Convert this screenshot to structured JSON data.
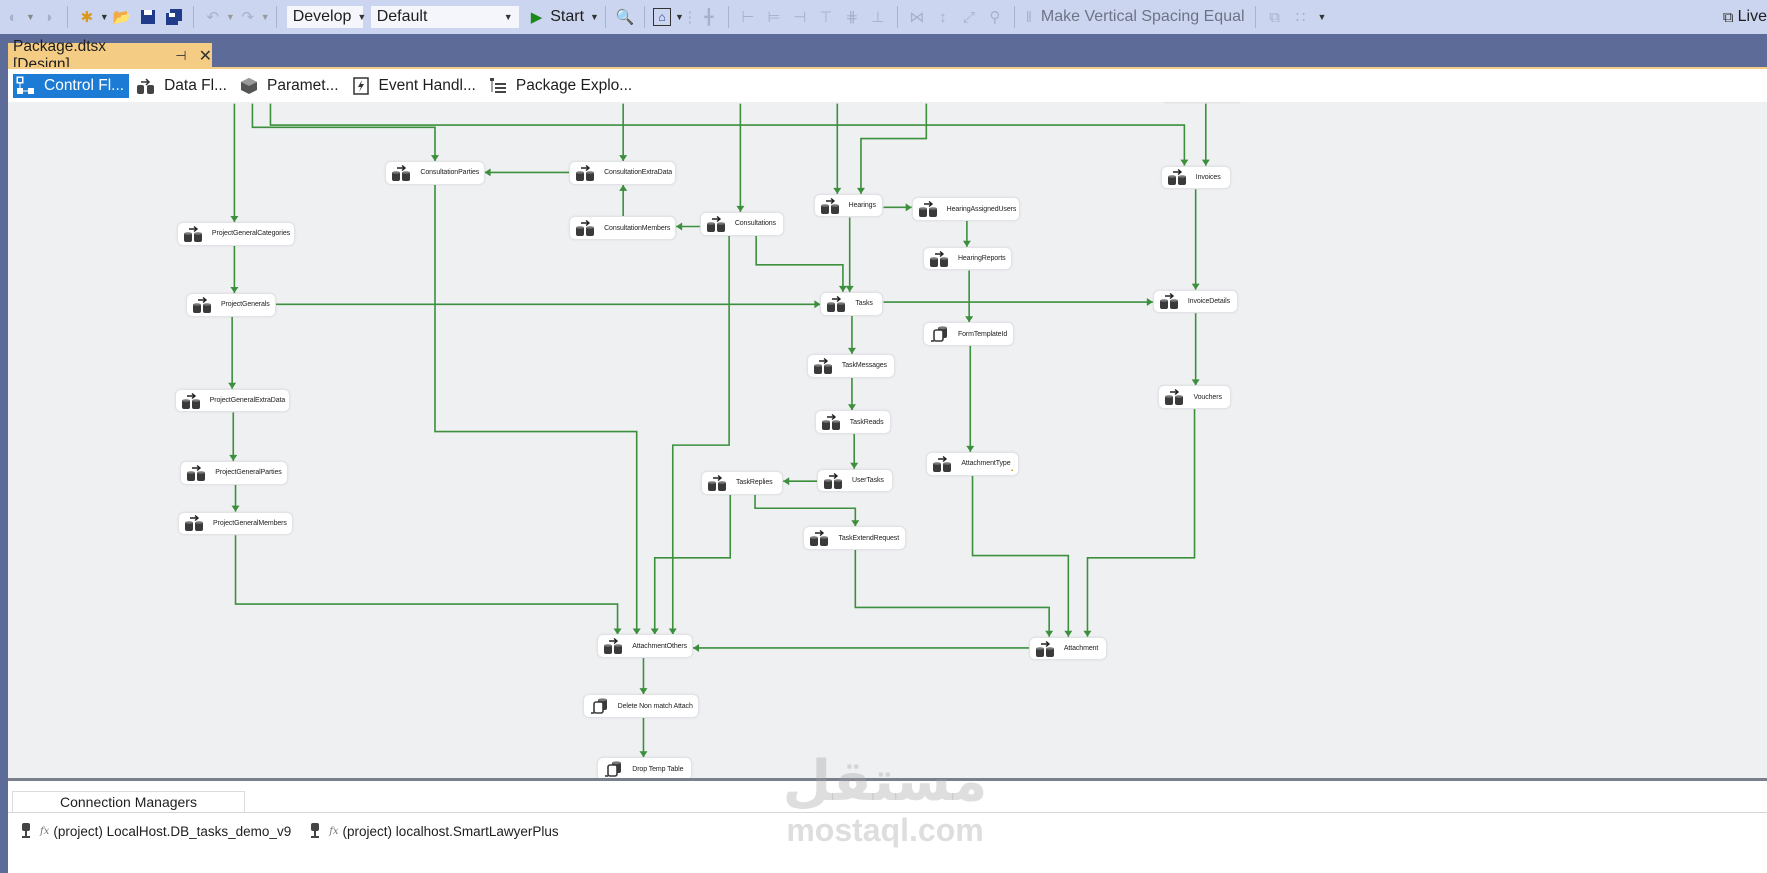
{
  "toolbar": {
    "config_combo": "Develop",
    "platform_combo": "Default",
    "start_label": "Start",
    "spacing_label": "Make Vertical Spacing Equal",
    "live_share_label": "Live"
  },
  "document_tab": {
    "title": "Package.dtsx [Design]",
    "pin_glyph": "⊣",
    "close_glyph": "✕"
  },
  "designer_tabs": [
    {
      "label": "Control Fl...",
      "icon": "control-flow-icon",
      "active": true
    },
    {
      "label": "Data Fl...",
      "icon": "data-flow-icon",
      "active": false
    },
    {
      "label": "Paramet...",
      "icon": "parameters-icon",
      "active": false
    },
    {
      "label": "Event Handl...",
      "icon": "event-handlers-icon",
      "active": false
    },
    {
      "label": "Package Explo...",
      "icon": "package-explorer-icon",
      "active": false
    }
  ],
  "colors": {
    "precedence_constraint": "#3c8f3c",
    "active_tab": "#1c7bd4",
    "document_tab": "#f5cc84",
    "warning": "#f0a30a"
  },
  "tasks": [
    {
      "id": "ConsultationParties",
      "label": "ConsultationParties",
      "type": "data-flow"
    },
    {
      "id": "ConsultationExtraData",
      "label": "ConsultationExtraData",
      "type": "data-flow"
    },
    {
      "id": "ConsultationMembers",
      "label": "ConsultationMembers",
      "type": "data-flow"
    },
    {
      "id": "Consultations",
      "label": "Consultations",
      "type": "data-flow"
    },
    {
      "id": "Hearings",
      "label": "Hearings",
      "type": "data-flow"
    },
    {
      "id": "HearingAssignedUsers",
      "label": "HearingAssignedUsers",
      "type": "data-flow"
    },
    {
      "id": "HearingReports",
      "label": "HearingReports",
      "type": "data-flow"
    },
    {
      "id": "Invoices",
      "label": "Invoices",
      "type": "data-flow"
    },
    {
      "id": "ProjectGeneralCategories",
      "label": "ProjectGeneralCategories",
      "type": "data-flow"
    },
    {
      "id": "ProjectGenerals",
      "label": "ProjectGenerals",
      "type": "data-flow"
    },
    {
      "id": "Tasks",
      "label": "Tasks",
      "type": "data-flow"
    },
    {
      "id": "InvoiceDetails",
      "label": "InvoiceDetails",
      "type": "data-flow"
    },
    {
      "id": "FormTemplateId",
      "label": "FormTemplateId",
      "type": "sql"
    },
    {
      "id": "TaskMessages",
      "label": "TaskMessages",
      "type": "data-flow"
    },
    {
      "id": "ProjectGeneralExtraData",
      "label": "ProjectGeneralExtraData",
      "type": "data-flow"
    },
    {
      "id": "Vouchers",
      "label": "Vouchers",
      "type": "data-flow"
    },
    {
      "id": "TaskReads",
      "label": "TaskReads",
      "type": "data-flow"
    },
    {
      "id": "AttachmentType",
      "label": "AttachmentType",
      "type": "data-flow",
      "warning": true
    },
    {
      "id": "ProjectGeneralParties",
      "label": "ProjectGeneralParties",
      "type": "data-flow"
    },
    {
      "id": "TaskReplies",
      "label": "TaskReplies",
      "type": "data-flow"
    },
    {
      "id": "UserTasks",
      "label": "UserTasks",
      "type": "data-flow"
    },
    {
      "id": "ProjectGeneralMembers",
      "label": "ProjectGeneralMembers",
      "type": "data-flow"
    },
    {
      "id": "TaskExtendRequest",
      "label": "TaskExtendRequest",
      "type": "data-flow"
    },
    {
      "id": "AttachmentOthers",
      "label": "AttachmentOthers",
      "type": "data-flow"
    },
    {
      "id": "Attachment",
      "label": "Attachment",
      "type": "data-flow"
    },
    {
      "id": "DeleteNonMatchAttach",
      "label": "Delete Non match Attach",
      "type": "sql"
    },
    {
      "id": "DropTempTable",
      "label": "Drop Temp Table",
      "type": "sql"
    }
  ],
  "connection_managers": {
    "tab_label": "Connection Managers",
    "items": [
      {
        "label": "(project) LocalHost.DB_tasks_demo_v9",
        "expression": "fx"
      },
      {
        "label": "(project) localhost.SmartLawyerPlus",
        "expression": "fx"
      }
    ]
  },
  "watermark": {
    "arabic": "مستقل",
    "latin": "mostaql.com"
  }
}
